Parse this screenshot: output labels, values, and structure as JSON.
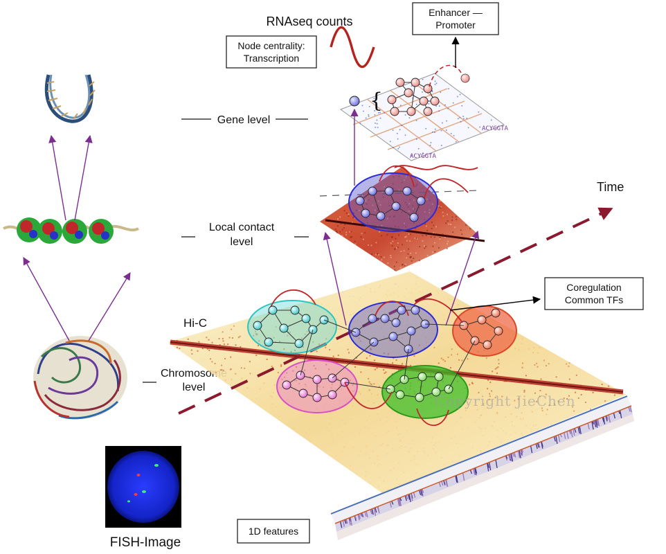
{
  "labels": {
    "rnaseq": "RNAseq counts",
    "node_centrality_line1": "Node centrality:",
    "node_centrality_line2": "Transcription",
    "enhancer_line1": "Enhancer —",
    "enhancer_line2": "Promoter",
    "gene_level": "Gene level",
    "local_contact_line1": "Local contact",
    "local_contact_line2": "level",
    "hic": "Hi-C",
    "chromosome_line1": "Chromosome",
    "chromosome_line2": "level",
    "time": "Time",
    "coregulation_line1": "Coregulation",
    "coregulation_line2": "Common TFs",
    "features_1d": "1D features",
    "fish_image": "FISH-Image",
    "watermark": "Copyright JieChen",
    "sequence_snippet": "ACYGGTA"
  },
  "colors": {
    "time_arrow": "#8b1a2e",
    "connector_purple": "#7b2d90",
    "cluster_cyan": "#6fd9d6",
    "cluster_blue": "#5a5ccf",
    "cluster_red": "#ef6a4a",
    "cluster_pink": "#e86fd0",
    "cluster_green": "#3fbf2a",
    "hic_diagonal": "#b3261e",
    "hic_background": "#f6e7b0"
  },
  "icons": [
    "dna-helix-icon",
    "nucleosome-fiber-icon",
    "chromosome-territory-icon",
    "fish-nucleus-icon",
    "rnaseq-wave-icon"
  ]
}
